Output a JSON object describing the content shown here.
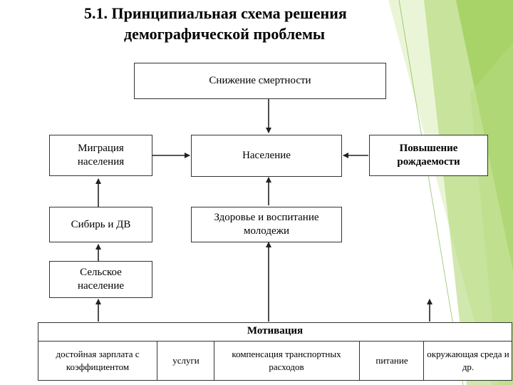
{
  "title": {
    "line1": "5.1. Принципиальная схема решения",
    "line2": "демографической проблемы"
  },
  "boxes": {
    "mortality": "Снижение смертности",
    "population": "Население",
    "migration": "Миграция населения",
    "birthrate": "Повышение рождаемости",
    "siberia": "Сибирь и ДВ",
    "youth": "Здоровье и воспитание молодежи",
    "rural": "Сельское население"
  },
  "motivation": {
    "title": "Мотивация",
    "items": [
      "достойная зарплата с коэффициентом",
      "услуги",
      "компенсация транспортных расходов",
      "питание",
      "окружающая среда и др."
    ]
  },
  "colors": {
    "accent_green": "#8cc63f",
    "accent_light": "#c5e29a",
    "line": "#333333"
  }
}
